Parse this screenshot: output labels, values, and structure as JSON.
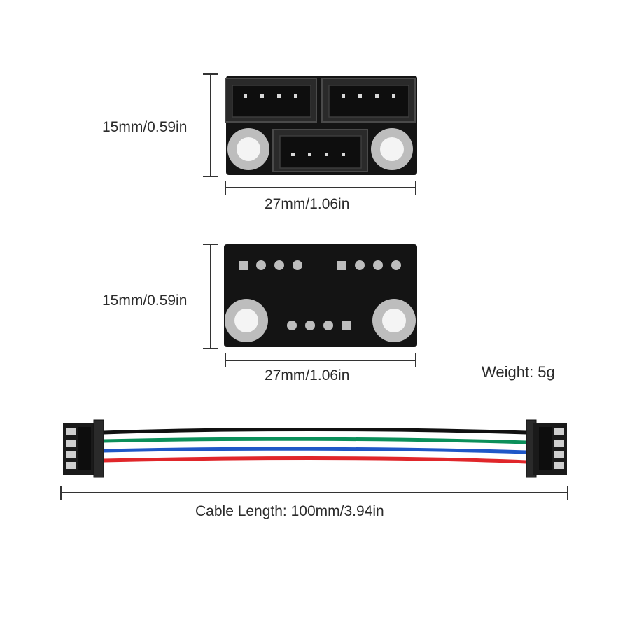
{
  "labels": {
    "top_height": "15mm/0.59in",
    "top_width": "27mm/1.06in",
    "bottom_height": "15mm/0.59in",
    "bottom_width": "27mm/1.06in",
    "weight": "Weight: 5g",
    "cable_length": "Cable Length: 100mm/3.94in"
  },
  "colors": {
    "pcb": "#141414",
    "connector": "#2a2a2a",
    "mount_ring": "#bdbdbd",
    "dimension_line": "#333333",
    "wire_black": "#111111",
    "wire_green": "#0b8f5a",
    "wire_blue": "#1f57c7",
    "wire_red": "#e0262a"
  }
}
